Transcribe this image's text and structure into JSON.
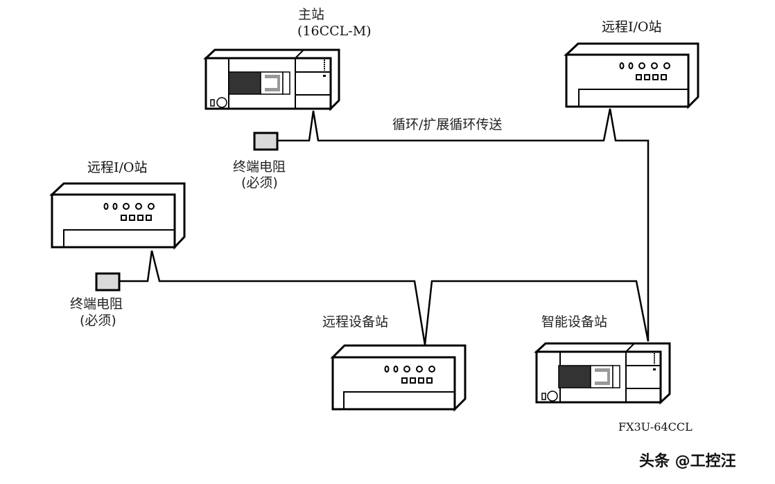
{
  "diagram": {
    "title": "CC-Link network topology",
    "stations": {
      "master": {
        "name": "主站",
        "model": "(16CCL-M)",
        "type": "plc"
      },
      "remote_io_right": {
        "name": "远程I/O站",
        "type": "io"
      },
      "remote_io_left": {
        "name": "远程I/O站",
        "type": "io"
      },
      "remote_device": {
        "name": "远程设备站",
        "type": "io"
      },
      "intelligent_device": {
        "name": "智能设备站",
        "model": "FX3U-64CCL",
        "type": "plc"
      }
    },
    "terminators": [
      {
        "label_line1": "终端电阻",
        "label_line2": "(必须)"
      },
      {
        "label_line1": "终端电阻",
        "label_line2": "(必须)"
      }
    ],
    "link_label": "循环/扩展循环传送",
    "connections": [
      [
        "terminator-1",
        "master"
      ],
      [
        "master",
        "remote_io_right"
      ],
      [
        "remote_io_right",
        "intelligent_device"
      ],
      [
        "intelligent_device",
        "remote_device"
      ],
      [
        "remote_device",
        "remote_io_left"
      ],
      [
        "remote_io_left",
        "terminator-2"
      ]
    ],
    "colors": {
      "line": "#000000",
      "terminator_fill": "#d9d9d9",
      "display_fill": "#333333"
    }
  },
  "watermark": "头条 @工控汪"
}
